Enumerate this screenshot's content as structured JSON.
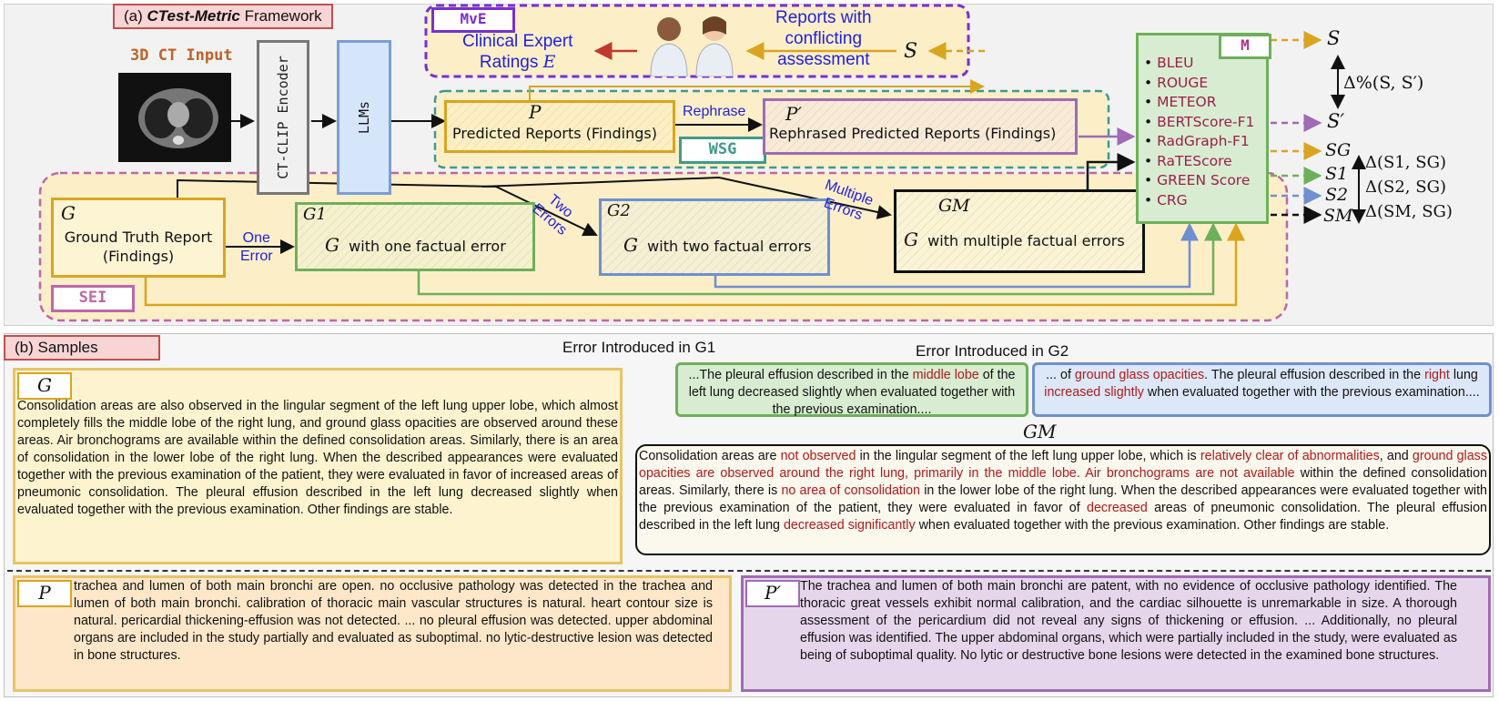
{
  "panel_a": {
    "title_prefix": "(a) ",
    "title_bold": "CTest-Metric",
    "title_suffix": " Framework",
    "ct_input_label": "3D CT Input",
    "encoder_label": "CT-CLIP Encoder",
    "llm_label": "LLMs",
    "mve": {
      "tag": "MvE",
      "expert_label_line1": "Clinical Expert",
      "expert_label_line2": "Ratings",
      "expert_symbol": "E",
      "conflict_line1": "Reports with",
      "conflict_line2": "conflicting",
      "conflict_line3": "assessment",
      "s_symbol": "S"
    },
    "wsg": {
      "tag": "WSG",
      "predicted_symbol": "P",
      "predicted_label": "Predicted Reports (Findings)",
      "rephrase_label": "Rephrase",
      "rephrased_symbol": "P′",
      "rephrased_label": "Rephrased Predicted Reports (Findings)"
    },
    "sei": {
      "tag": "SEI",
      "g_symbol": "G",
      "g_label_line1": "Ground Truth Report",
      "g_label_line2": "(Findings)",
      "one_error_line1": "One",
      "one_error_line2": "Error",
      "g1_symbol": "G1",
      "g1_label": "with one factual error",
      "two_errors_line1": "Two",
      "two_errors_line2": "Errors",
      "g2_symbol": "G2",
      "g2_label": "with two factual errors",
      "multi_errors_line1": "Multiple",
      "multi_errors_line2": "Errors",
      "gm_symbol": "GM",
      "gm_label": "with multiple factual errors"
    },
    "metrics": {
      "tag": "M",
      "items": [
        "BLEU",
        "ROUGE",
        "METEOR",
        "BERTScore-F1",
        "RadGraph-F1",
        "RaTEScore",
        "GREEN Score",
        "CRG"
      ]
    },
    "outputs": {
      "s": "S",
      "delta_s": "Δ%(S, S′)",
      "s_prime": "S′",
      "s_g": "SG",
      "s_1": "S1",
      "s_2": "S2",
      "s_m": "SM",
      "delta_1": "Δ(S1, SG)",
      "delta_2": "Δ(S2, SG)",
      "delta_m": "Δ(SM, SG)"
    }
  },
  "panel_b": {
    "title": "(b) Samples",
    "g_head": "G",
    "g_text": "Consolidation areas are also observed in the lingular segment of the left lung upper lobe, which almost completely fills the middle lobe of the right lung, and ground glass opacities are observed around these areas. Air bronchograms are available within the defined consolidation areas. Similarly, there is an area of consolidation in the lower lobe of the right lung. When the described appearances were evaluated together with the previous examination of the patient, they were evaluated in favor of increased areas of pneumonic consolidation. The pleural effusion described in the left lung decreased slightly when evaluated together with the previous examination. Other findings are stable.",
    "err_g1_title": "Error Introduced in G1",
    "err_g1": {
      "t1": "...The pleural effusion described in the ",
      "h1": "middle lobe",
      "t2": " of the left lung decreased slightly when evaluated together with the previous examination...."
    },
    "err_g2_title": "Error Introduced in G2",
    "err_g2": {
      "t1": "... of ",
      "h1": "ground glass opacities",
      "t2": ". The pleural effusion described in the ",
      "h2": "right",
      "t3": " lung ",
      "h3": "increased slightly",
      "t4": " when evaluated together with the previous examination...."
    },
    "gm_head": "GM",
    "gm": {
      "t1": "Consolidation areas are ",
      "h1": "not observed",
      "t2": " in the lingular segment of the left lung upper lobe, which is ",
      "h2": "relatively clear of abnormalities",
      "t3": ", and ",
      "h3": "ground glass opacities are observed around the right lung, primarily in the middle lobe. Air bronchograms are not available",
      "t4": " within the defined consolidation areas. Similarly, there is ",
      "h4": "no area of consolidation",
      "t5": " in the lower lobe of the right lung. When the described appearances were evaluated together with the previous examination of the patient, they were evaluated in favor of ",
      "h5": "decreased",
      "t6": " areas of pneumonic consolidation. The pleural effusion described in the left lung ",
      "h6": "decreased significantly",
      "t7": " when evaluated together with the previous examination. Other findings are stable."
    },
    "p_head": "P",
    "p_text": "trachea and lumen of both main bronchi are open. no occlusive pathology was detected in the trachea and lumen of both main bronchi. calibration of thoracic main vascular structures is natural. heart contour size is natural. pericardial thickening-effusion was not detected. ...   no pleural effusion was detected. upper abdominal organs are included in the study partially and evaluated as suboptimal. no lytic-destructive lesion was detected in bone structures.",
    "pp_head": "P′",
    "pp_text": "The trachea and lumen of both main bronchi are patent, with no evidence of occlusive pathology identified. The thoracic great vessels exhibit normal calibration, and the cardiac silhouette is unremarkable in size. A thorough assessment of the pericardium did not reveal any signs of thickening or effusion. ... Additionally, no pleural effusion was identified. The upper abdominal organs, which were partially included in the study, were evaluated as being of suboptimal quality. No lytic or destructive bone lesions were detected in the examined bone structures."
  },
  "colors": {
    "yellow": "#d9a520",
    "green": "#6db05a",
    "blue": "#6f8fd0",
    "purple_dash": "#7a2fd0",
    "teal": "#3f9a8a",
    "pink_dash": "#c066a8",
    "metric_red": "#9b1f4a",
    "error_red": "#b01a1a"
  }
}
